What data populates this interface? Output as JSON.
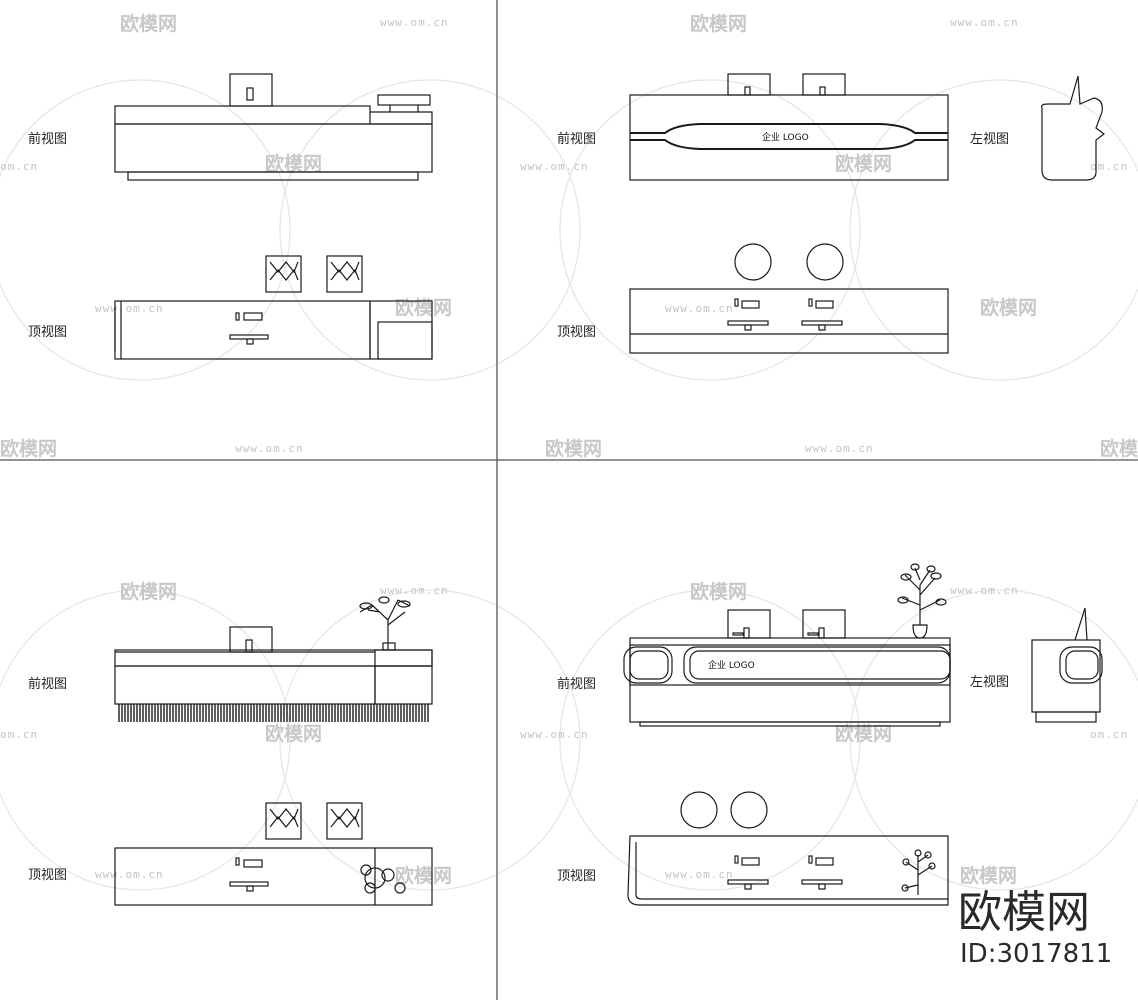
{
  "quadrants": [
    {
      "front_label": "前视图",
      "top_label": "顶视图"
    },
    {
      "front_label": "前视图",
      "side_label": "左视图",
      "top_label": "顶视图",
      "logo_text": "企业 LOGO"
    },
    {
      "front_label": "前视图",
      "top_label": "顶视图"
    },
    {
      "front_label": "前视图",
      "side_label": "左视图",
      "top_label": "顶视图",
      "logo_text": "企业 LOGO"
    }
  ],
  "watermark": {
    "brand": "欧模网",
    "url": "www.om.cn",
    "url_short": "om.cn"
  },
  "footer_brand": {
    "name": "欧模网",
    "id": "ID:3017811"
  },
  "colors": {
    "line": "#1a1a1a",
    "watermark": "#c8c8c8",
    "grid": "#555555"
  }
}
